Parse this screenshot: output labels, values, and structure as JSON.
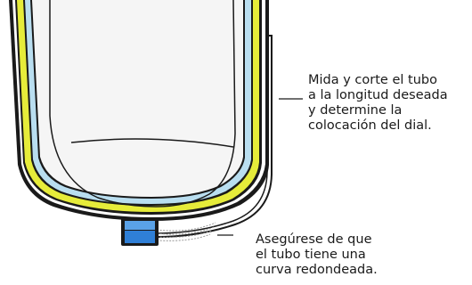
{
  "callouts": {
    "top": {
      "lines": [
        "Mida y corte el tubo",
        "a la longitud deseada",
        "y determine la",
        "colocación del dial."
      ]
    },
    "bottom": {
      "lines": [
        "Asegúrese de que",
        "el tubo tiene una",
        "curva redondeada."
      ]
    }
  },
  "colors": {
    "outline": "#1a1a1a",
    "yellow_band": "#e6ec3a",
    "blue_band": "#b9def0",
    "liner": "#f5f5f5",
    "dial": "#2f7fd6",
    "dial_dark": "#1b5fb0"
  }
}
